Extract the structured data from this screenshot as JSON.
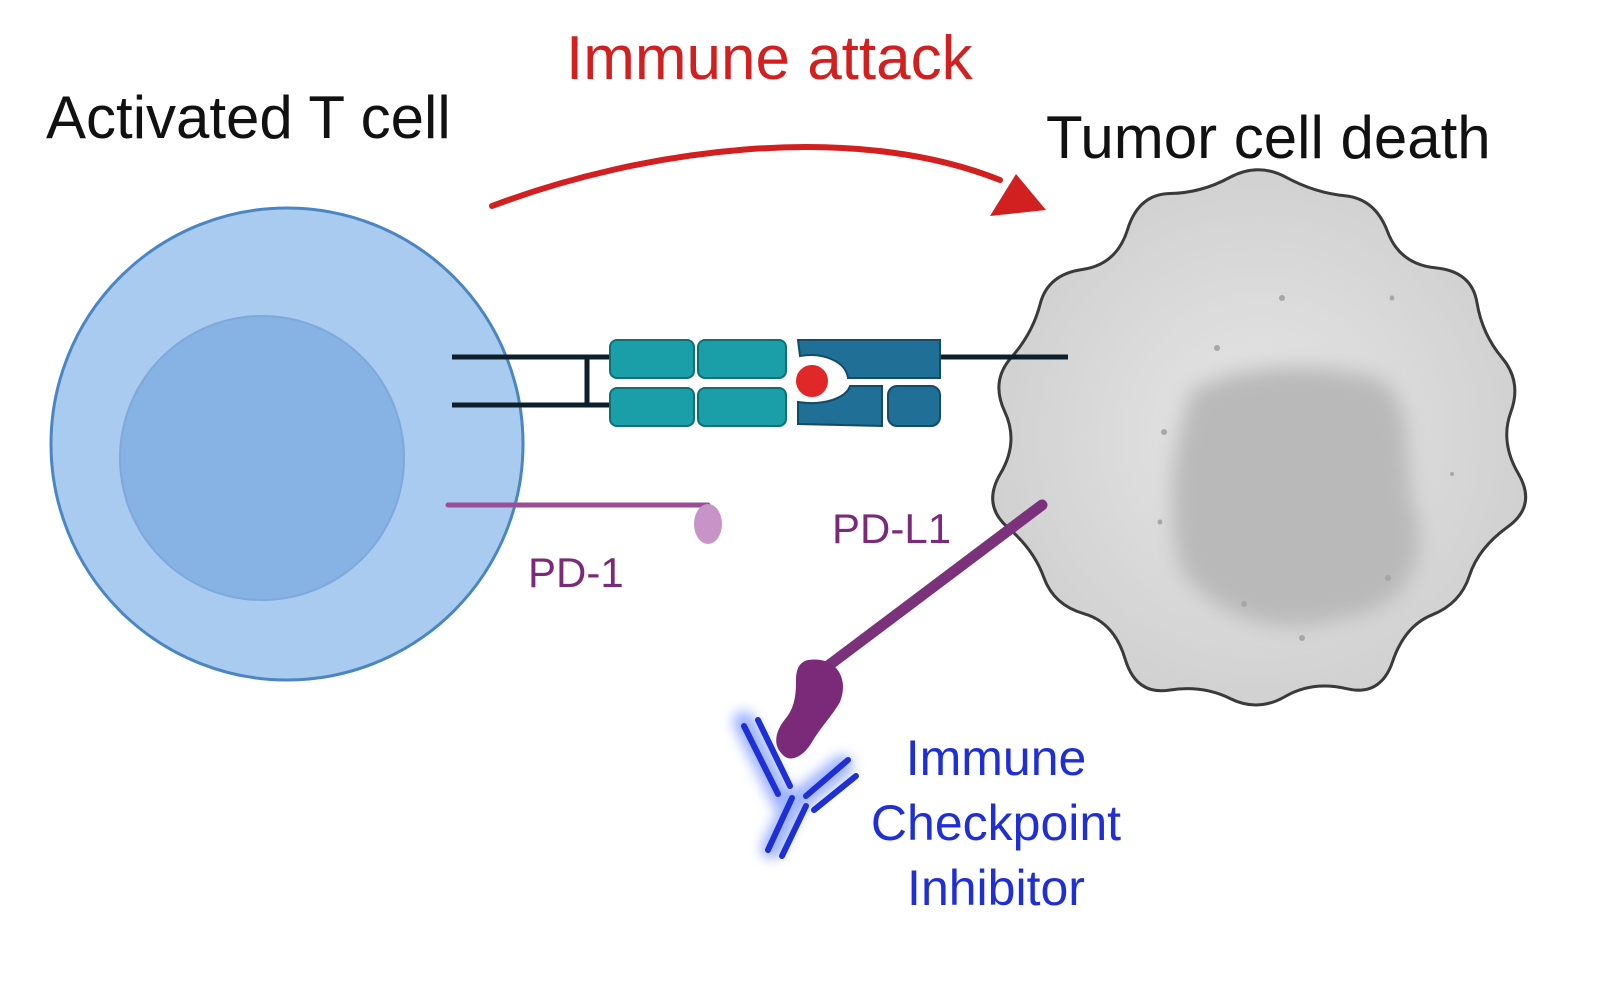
{
  "labels": {
    "t_cell": "Activated T cell",
    "tumor_cell": "Tumor cell death",
    "immune_attack": "Immune attack",
    "pd1": "PD-1",
    "pdl1": "PD-L1",
    "inhibitor": [
      "Immune",
      "Checkpoint",
      "Inhibitor"
    ]
  },
  "colors": {
    "text_default": "#111111",
    "attack_red": "#d21f1f",
    "pd_purple": "#7a2a78",
    "inhibitor_blue": "#1f2fd6",
    "t_cell_outer": "#a9cbf0",
    "t_cell_inner": "#86b2e4",
    "t_cell_border": "#4a86c2",
    "tumor_fill": "#d3d3d3",
    "tumor_nucleus": "#b9b9b9",
    "tumor_border": "#3a3a3a",
    "tcr_teal": "#1a9ea8",
    "mhc_blue": "#1f6f96",
    "antigen_red": "#e02828"
  },
  "icons": {
    "arrow": "curved-arrow-icon",
    "antibody": "antibody-icon"
  }
}
